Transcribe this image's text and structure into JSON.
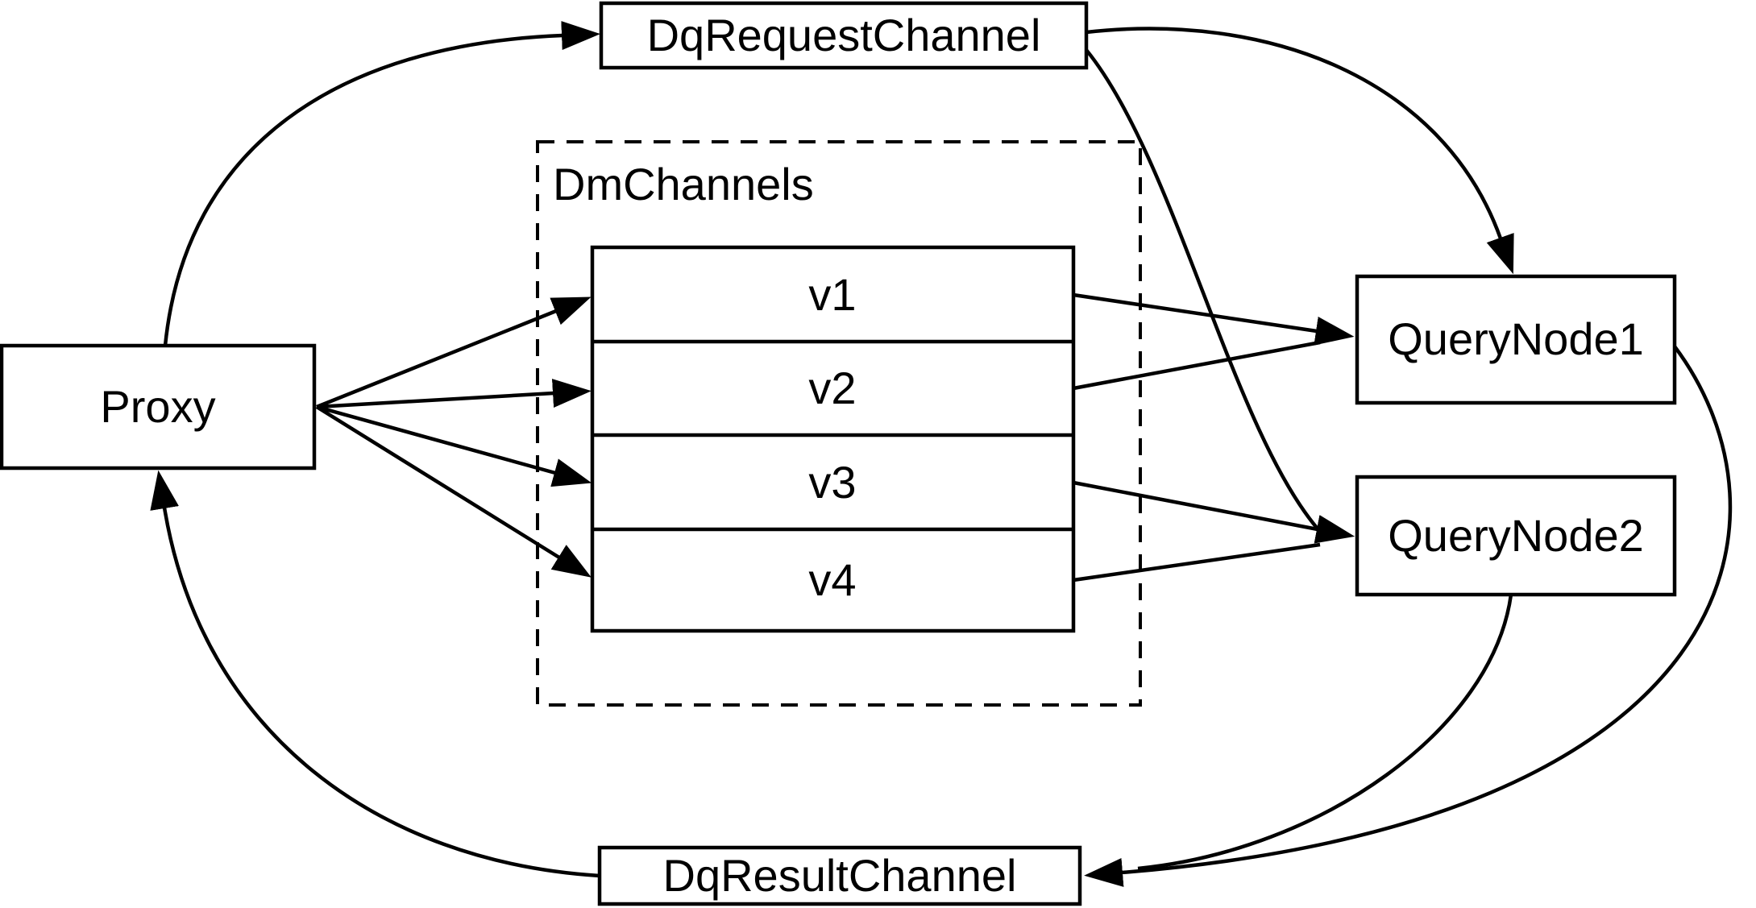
{
  "diagram": {
    "nodes": {
      "proxy": {
        "label": "Proxy"
      },
      "dq_request_channel": {
        "label": "DqRequestChannel"
      },
      "dm_channels": {
        "label": "DmChannels",
        "channels": [
          {
            "label": "v1"
          },
          {
            "label": "v2"
          },
          {
            "label": "v3"
          },
          {
            "label": "v4"
          }
        ]
      },
      "query_node1": {
        "label": "QueryNode1"
      },
      "query_node2": {
        "label": "QueryNode2"
      },
      "dq_result_channel": {
        "label": "DqResultChannel"
      }
    },
    "edges": [
      {
        "from": "Proxy",
        "to": "DqRequestChannel"
      },
      {
        "from": "Proxy",
        "to": "v1"
      },
      {
        "from": "Proxy",
        "to": "v2"
      },
      {
        "from": "Proxy",
        "to": "v3"
      },
      {
        "from": "Proxy",
        "to": "v4"
      },
      {
        "from": "v1",
        "to": "QueryNode1"
      },
      {
        "from": "v2",
        "to": "QueryNode1"
      },
      {
        "from": "v3",
        "to": "QueryNode2"
      },
      {
        "from": "v4",
        "to": "QueryNode2"
      },
      {
        "from": "DqRequestChannel",
        "to": "QueryNode1"
      },
      {
        "from": "DqRequestChannel",
        "to": "QueryNode2"
      },
      {
        "from": "QueryNode1",
        "to": "DqResultChannel"
      },
      {
        "from": "QueryNode2",
        "to": "DqResultChannel"
      },
      {
        "from": "DqResultChannel",
        "to": "Proxy"
      }
    ],
    "colors": {
      "line": "#000000",
      "background": "#ffffff",
      "box_fill": "#ffffff"
    }
  }
}
